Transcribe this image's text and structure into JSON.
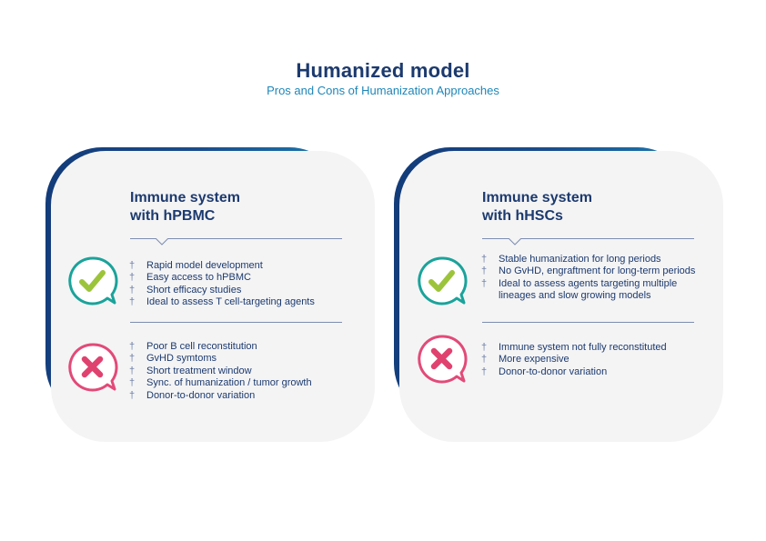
{
  "header": {
    "title": "Humanized model",
    "subtitle": "Pros and Cons of Humanization Approaches"
  },
  "colors": {
    "title": "#1c3a6e",
    "subtitle": "#1f86b8",
    "card_bg": "#f4f4f5",
    "border_dark": "#123a78",
    "border_light": "#1f9cc6",
    "pro_ring": "#1aa39a",
    "pro_check": "#9cc43a",
    "con_ring": "#e24a78",
    "con_x": "#e0426f"
  },
  "bullet_glyph": "†",
  "cards": [
    {
      "title_line1": "Immune system",
      "title_line2": "with hPBMC",
      "pros_icon": "check-speech-bubble-icon",
      "cons_icon": "x-speech-bubble-icon",
      "pros": [
        "Rapid model development",
        "Easy access to hPBMC",
        "Short efficacy studies",
        "Ideal to assess T cell-targeting agents"
      ],
      "cons": [
        "Poor B cell reconstitution",
        "GvHD symtoms",
        "Short treatment window",
        "Sync. of humanization / tumor growth",
        "Donor-to-donor variation"
      ]
    },
    {
      "title_line1": "Immune system",
      "title_line2": "with hHSCs",
      "pros_icon": "check-speech-bubble-icon",
      "cons_icon": "x-speech-bubble-icon",
      "pros": [
        "Stable humanization for long periods",
        "No GvHD, engraftment for long-term periods",
        "Ideal to assess agents targeting multiple lineages  and slow growing models"
      ],
      "cons": [
        "Immune system not fully reconstituted",
        "More expensive",
        "Donor-to-donor variation"
      ]
    }
  ]
}
